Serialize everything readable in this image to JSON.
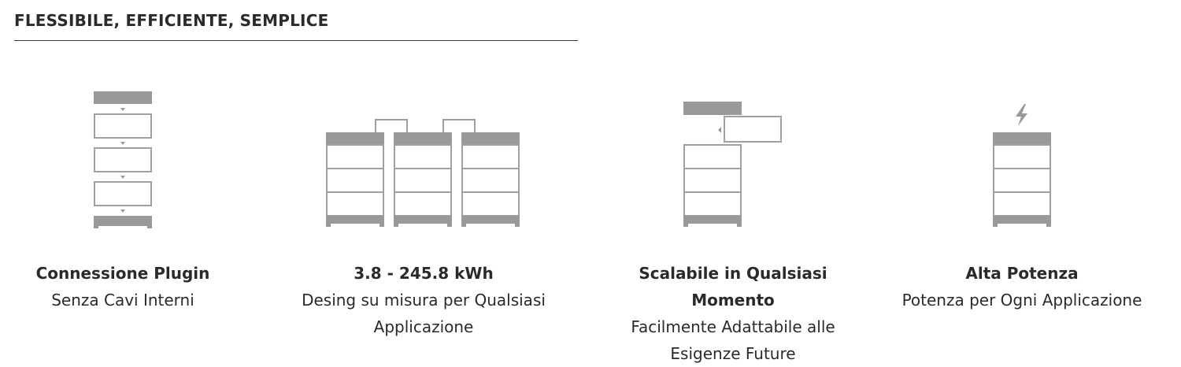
{
  "section": {
    "title": "FLESSIBILE, EFFICIENTE, SEMPLICE"
  },
  "colors": {
    "icon_fill": "#999999",
    "icon_stroke": "#a0a0a0",
    "text": "#2a2a2a",
    "rule": "#3a3a3a"
  },
  "features": [
    {
      "icon": "stack-plugin-icon",
      "title": "Connessione Plugin",
      "desc_lines": [
        "Senza Cavi Interni"
      ]
    },
    {
      "icon": "battery-towers-icon",
      "title": "3.8 - 245.8 kWh",
      "desc_lines": [
        "Desing su misura per Qualsiasi",
        "Applicazione"
      ]
    },
    {
      "icon": "scalable-stack-icon",
      "title_lines": [
        "Scalabile in Qualsiasi",
        "Momento"
      ],
      "desc_lines": [
        "Facilmente Adattabile alle",
        "Esigenze Future"
      ]
    },
    {
      "icon": "high-power-icon",
      "title": "Alta Potenza",
      "desc_lines": [
        "Potenza per Ogni Applicazione"
      ]
    }
  ]
}
